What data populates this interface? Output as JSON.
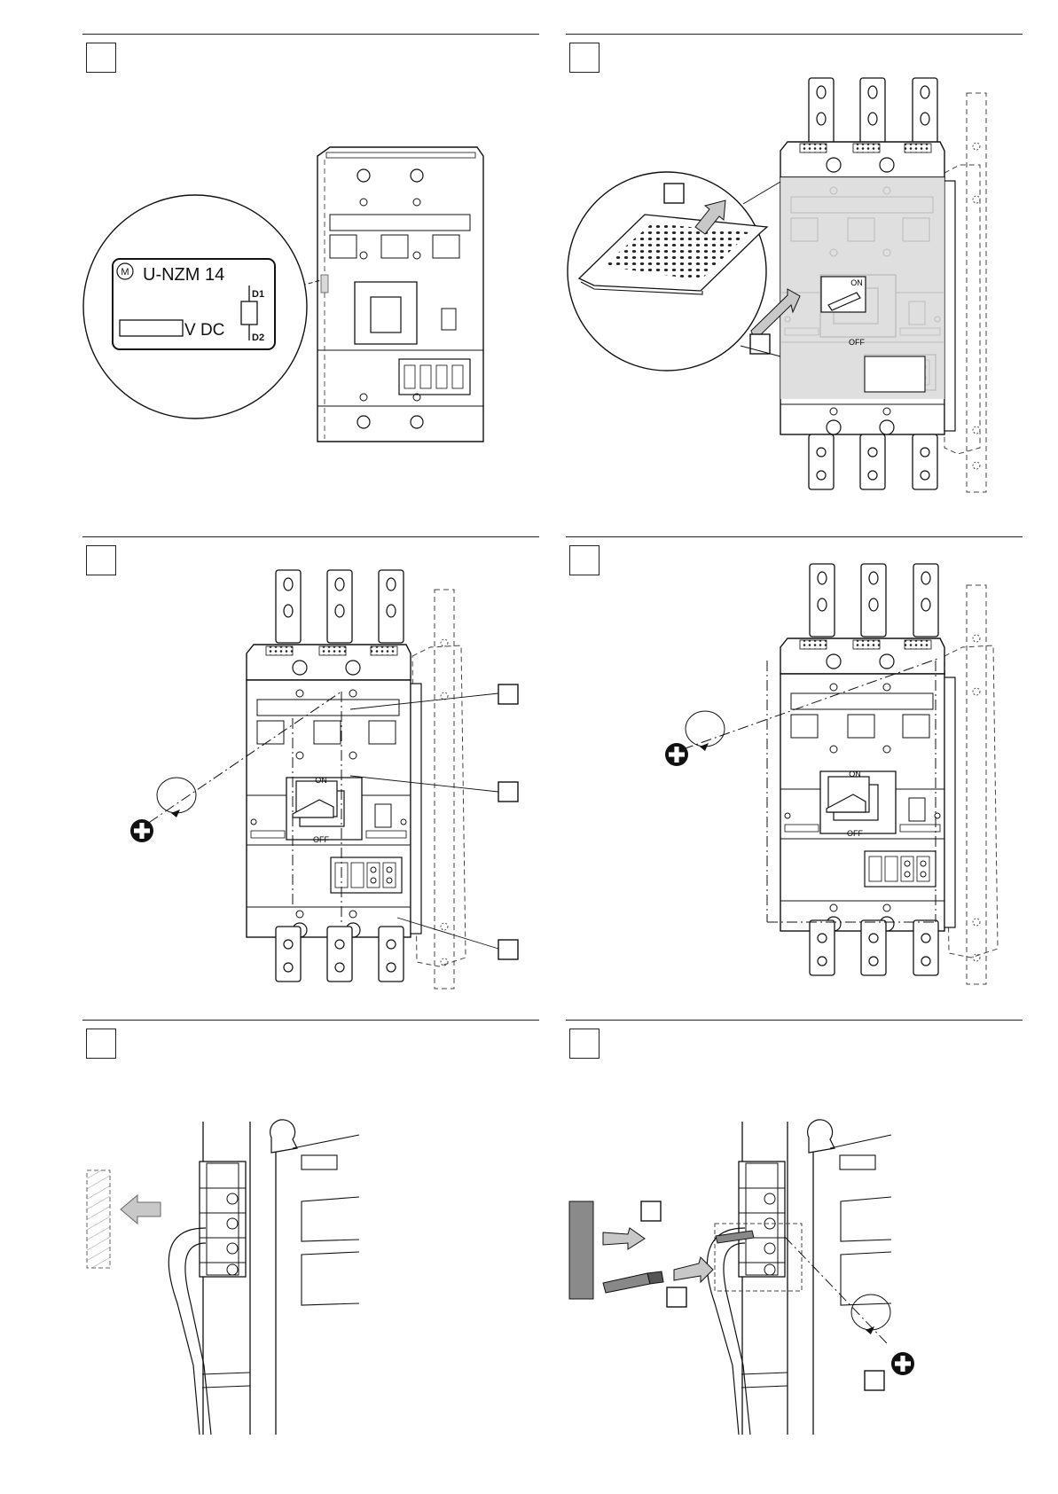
{
  "label": {
    "brand_symbol": "M",
    "model": "U-NZM 14",
    "terminal_top": "D1",
    "terminal_bottom": "D2",
    "voltage_unit": "V DC"
  },
  "breaker": {
    "on_label": "ON",
    "off_label": "OFF"
  },
  "colors": {
    "ink": "#111111",
    "shaded_housing": "#d9d9d9",
    "arrow_fill": "#c8c8c8",
    "cover_fill": "#8a8a8a"
  },
  "icons": [
    "phillips-screwdriver-icon",
    "rotation-arrow-icon",
    "push-arrow-icon"
  ]
}
